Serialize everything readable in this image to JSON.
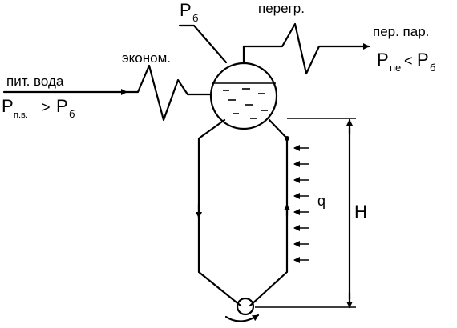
{
  "labels": {
    "drum_pressure": {
      "base": "P",
      "sub": "б"
    },
    "superheater": "перегр.",
    "economizer": "эконом.",
    "feed_water": "пит. вода",
    "feed_pressure": {
      "base": "P",
      "sub": "п.в.",
      "op": ">",
      "rhs_base": "P",
      "rhs_sub": "б"
    },
    "superheated_steam": "пер. пар.",
    "steam_pressure": {
      "base": "P",
      "sub": "пе",
      "op": "<",
      "rhs_base": "P",
      "rhs_sub": "б"
    },
    "heat_flux": "q",
    "height": "H"
  }
}
